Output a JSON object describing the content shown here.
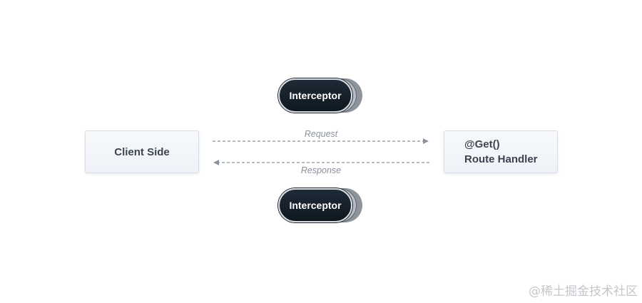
{
  "nodes": {
    "client": {
      "label": "Client Side"
    },
    "handler": {
      "line1": "@Get()",
      "line2": "Route Handler"
    },
    "interceptor_top": {
      "label": "Interceptor"
    },
    "interceptor_bottom": {
      "label": "Interceptor"
    }
  },
  "edges": {
    "request": {
      "label": "Request"
    },
    "response": {
      "label": "Response"
    }
  },
  "watermark": "@稀土掘金技术社区"
}
